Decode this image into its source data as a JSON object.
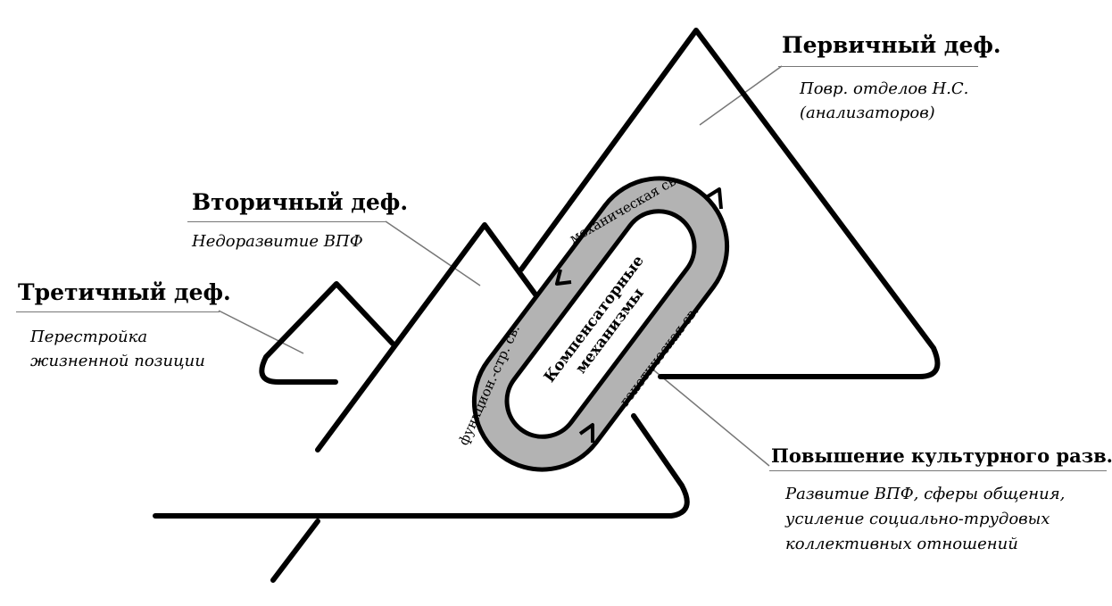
{
  "primary": {
    "title": "Первичный деф.",
    "desc": [
      "Повр. отделов Н.С.",
      "(анализаторов)"
    ]
  },
  "secondary": {
    "title": "Вторичный деф.",
    "desc": [
      "Недоразвитие ВПФ"
    ]
  },
  "tertiary": {
    "title": "Третичный деф.",
    "desc": [
      "Перестройка",
      "жизненной позиции"
    ]
  },
  "culture": {
    "title": "Повышение культурного разв.",
    "desc": [
      "Развитие ВПФ, сферы общения,",
      "усиление социально-трудовых",
      "коллективных отношений"
    ]
  },
  "center": {
    "line1": "Компенсаторные",
    "line2": "механизмы"
  },
  "loop_labels": {
    "mechanical": "механическая св.",
    "functional": "функцион.-стр. св.",
    "genetic": "генетическая св."
  },
  "colors": {
    "line": "#000000",
    "fill": "#b3b3b3",
    "leader": "#777777"
  }
}
